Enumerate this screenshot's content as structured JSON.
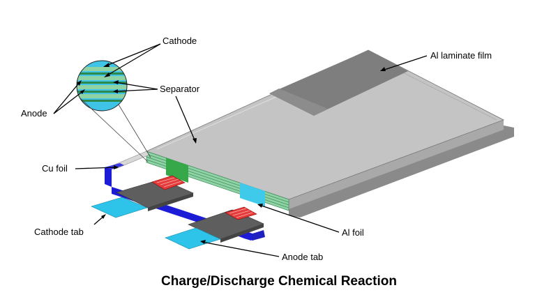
{
  "labels": {
    "cathode": "Cathode",
    "anode": "Anode",
    "separator": "Separator",
    "al_laminate_film": "Al laminate film",
    "cu_foil": "Cu foil",
    "cathode_tab": "Cathode tab",
    "al_foil": "Al foil",
    "anode_tab": "Anode tab"
  },
  "caption": "Charge/Discharge Chemical Reaction",
  "colors": {
    "top_face": "#c4c4c4",
    "laminate_strip": "#7e7e7e",
    "layer_green": "#8fd3a5",
    "cu_foil_blue": "#1c1cd6",
    "tab_cyan": "#2ec3e8",
    "terminal_red": "#e43b3b",
    "terminal_plate": "#5e5e5e"
  }
}
